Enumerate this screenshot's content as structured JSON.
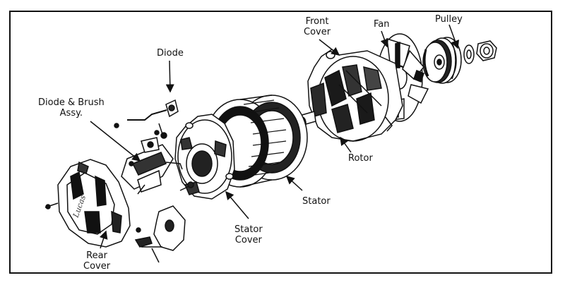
{
  "labels": {
    "diode": "Diode",
    "diode_brush_line1": "Diode & Brush",
    "diode_brush_line2": "Assy.",
    "front_cover_line1": "Front",
    "front_cover_line2": "Cover",
    "fan": "Fan",
    "pulley": "Pulley",
    "rotor": "Rotor",
    "stator": "Stator",
    "stator_cover_line1": "Stator",
    "stator_cover_line2": "Cover",
    "rear_cover_line1": "Rear",
    "rear_cover_line2": "Cover"
  },
  "brand_mark": "Lucas"
}
